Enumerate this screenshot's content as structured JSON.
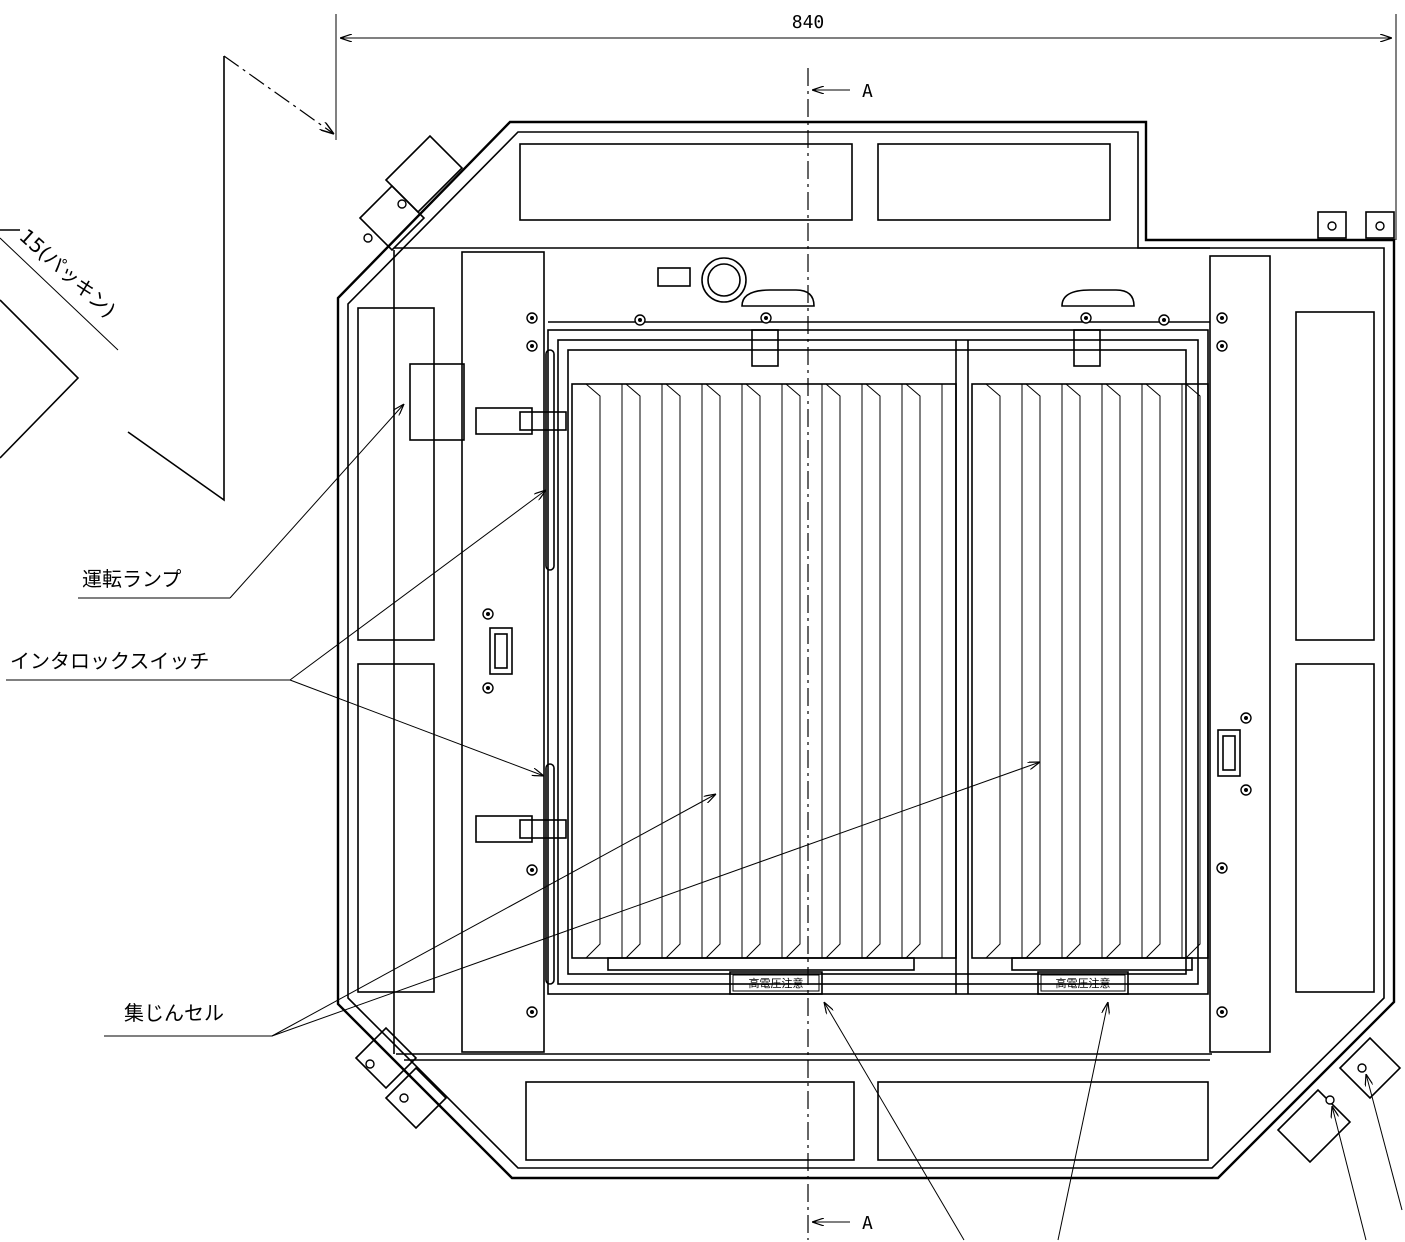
{
  "dimension": {
    "width_value": "840",
    "section_label_top": "A",
    "section_label_bottom": "A"
  },
  "gasket_note": "15(パッキン)",
  "labels": {
    "run_lamp": "運転ランプ",
    "interlock_switch": "インタロックスイッチ",
    "dust_cell": "集じんセル"
  },
  "warning_plates": [
    "高電圧注意",
    "高電圧注意"
  ]
}
